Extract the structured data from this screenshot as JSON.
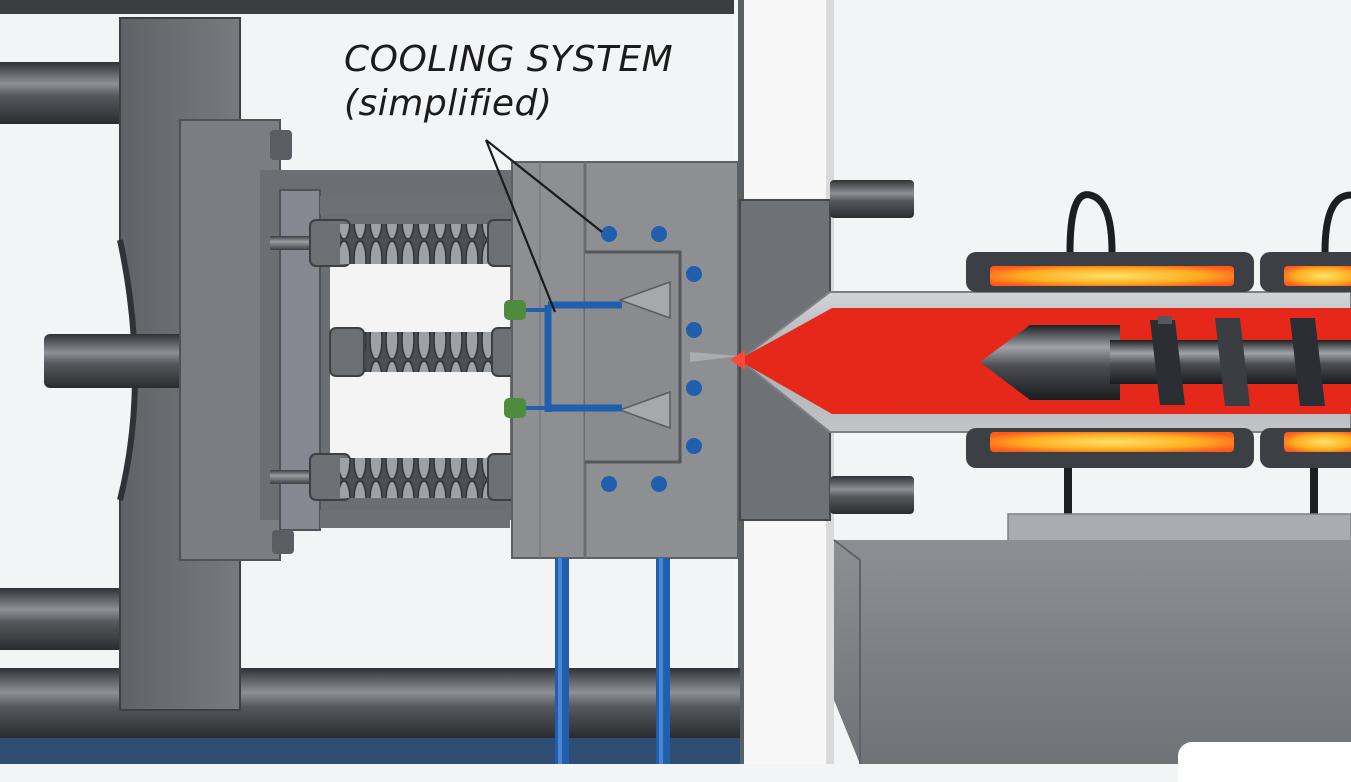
{
  "annotation": {
    "line1": "COOLING SYSTEM",
    "line2": "(simplified)"
  },
  "colors": {
    "background": "#f3f4f5",
    "mold_steel": "#8a8c8f",
    "mold_edge": "#5e6063",
    "coolant_blue": "#1f5fae",
    "melt_red": "#e6281b",
    "heater_yellow": "#ffd633",
    "heater_band": "#3c3f44",
    "barrel_gray": "#b8babd",
    "machine_base": "#7f8286"
  },
  "parts": {
    "cooling_channels": 10,
    "ejector_springs": 3,
    "heater_bands": 4,
    "coolant_hoses": 2
  }
}
